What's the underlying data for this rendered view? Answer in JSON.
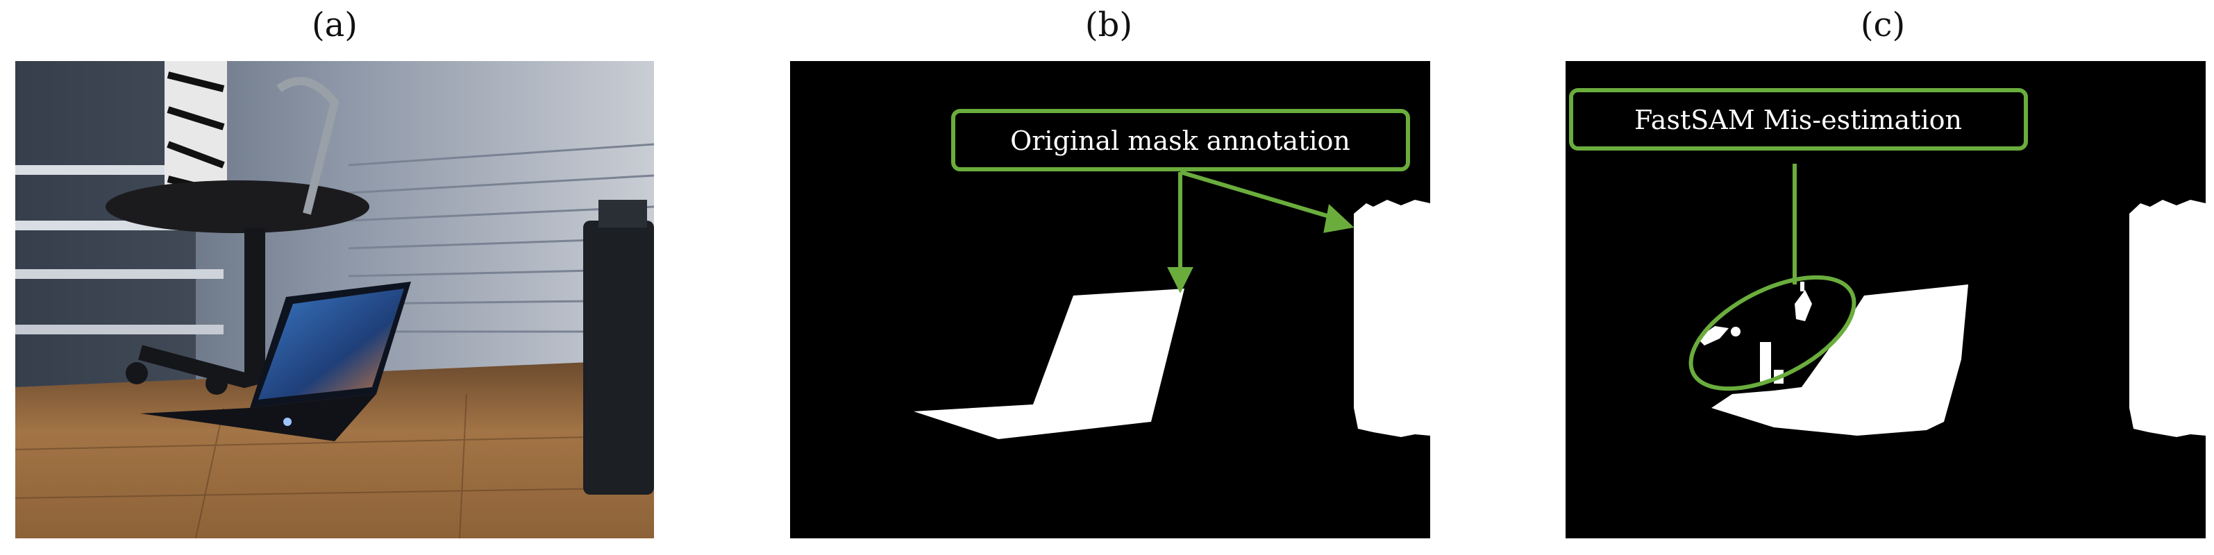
{
  "panels": [
    {
      "label": "(a)"
    },
    {
      "label": "(b)",
      "callout": "Original mask annotation"
    },
    {
      "label": "(c)",
      "callout": "FastSAM Mis-estimation"
    }
  ],
  "colors": {
    "callout_green": "#6aad3d",
    "mask_white": "#ffffff",
    "background_black": "#000000"
  }
}
